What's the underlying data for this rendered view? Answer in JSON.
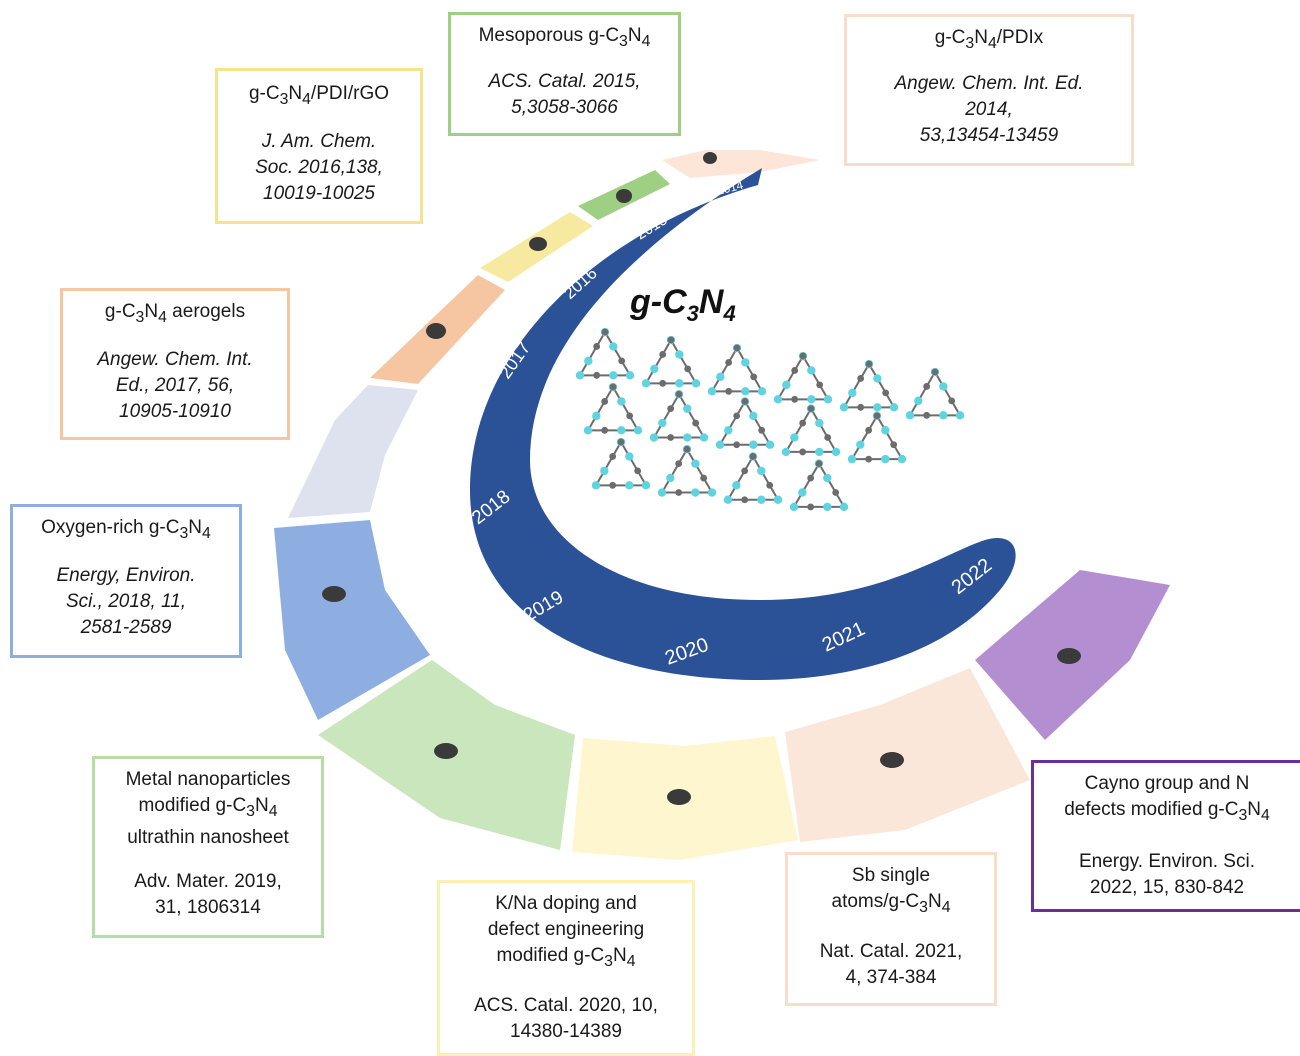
{
  "center_title": {
    "base": "g-C",
    "sub1": "3",
    "mid": "N",
    "sub2": "4"
  },
  "years": [
    "2014",
    "2015",
    "2016",
    "2017",
    "2018",
    "2019",
    "2020",
    "2021",
    "2022"
  ],
  "colors": {
    "timeline": "#2b5197",
    "peach": "#fde6d7",
    "green": "#9fcf83",
    "yellow": "#f8e9a0",
    "orange": "#f6c6a3",
    "lavender": "#dde2ee",
    "blue": "#8eaee1",
    "light_green": "#c9e6bd",
    "light_yellow": "#fdf6cf",
    "light_peach": "#fbe7d9",
    "purple": "#b38fd1",
    "dot": "#3a3a3a",
    "lattice_n": "#5fd3df",
    "lattice_c": "#6c6c6c"
  },
  "boxes": {
    "pdix": {
      "t1": "g-C",
      "s1": "3",
      "t2": "N",
      "s2": "4",
      "t3": "/PDIx",
      "c1": "Angew. Chem. Int. Ed.",
      "c2": "2014,",
      "c3": "53,13454-13459"
    },
    "meso": {
      "t1": "Mesoporous g-C",
      "s1": "3",
      "t2": "N",
      "s2": "4",
      "c1": "ACS. Catal. 2015,",
      "c2": "5,3058-3066"
    },
    "rgo": {
      "t1": "g-C",
      "s1": "3",
      "t2": "N",
      "s2": "4",
      "t3": "/PDI/rGO",
      "c1": "J. Am. Chem.",
      "c2": "Soc. 2016,138,",
      "c3": "10019-10025"
    },
    "aero": {
      "t1": "g-C",
      "s1": "3",
      "t2": "N",
      "s2": "4",
      "t3": " aerogels",
      "c1": "Angew. Chem. Int.",
      "c2": "Ed., 2017, 56,",
      "c3": "10905-10910"
    },
    "oxy": {
      "t1": "Oxygen-rich g-C",
      "s1": "3",
      "t2": "N",
      "s2": "4",
      "c1": "Energy, Environ.",
      "c2": "Sci., 2018, 11,",
      "c3": "2581-2589"
    },
    "metal": {
      "l1": "Metal nanoparticles",
      "l2a": "modified g-C",
      "s1": "3",
      "t2": "N",
      "s2": "4",
      "l3": "ultrathin nanosheet",
      "c1": "Adv. Mater. 2019,",
      "c2": "31, 1806314"
    },
    "kna": {
      "l1": "K/Na doping and",
      "l2": "defect engineering",
      "l3a": "modified g-C",
      "s1": "3",
      "t2": "N",
      "s2": "4",
      "c1": "ACS. Catal. 2020, 10,",
      "c2": "14380-14389"
    },
    "sb": {
      "l1": "Sb single",
      "l2a": "atoms/g-C",
      "s1": "3",
      "t2": "N",
      "s2": "4",
      "c1": "Nat. Catal. 2021,",
      "c2": "4, 374-384"
    },
    "cyano": {
      "l1": "Cayno group and N",
      "l2a": "defects modified g-C",
      "s1": "3",
      "t2": "N",
      "s2": "4",
      "c1": "Energy. Environ. Sci.",
      "c2": "2022, 15, 830-842"
    }
  }
}
